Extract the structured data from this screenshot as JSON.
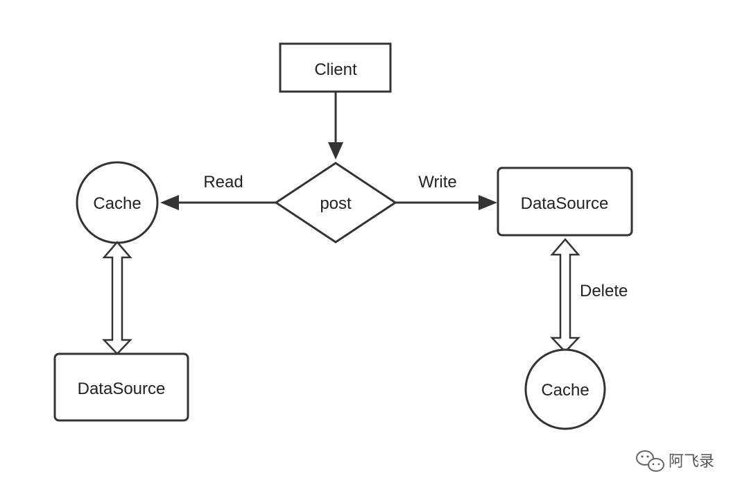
{
  "nodes": {
    "client": "Client",
    "decision": "post",
    "read_cache": "Cache",
    "read_datasource": "DataSource",
    "write_datasource": "DataSource",
    "write_cache": "Cache"
  },
  "edges": {
    "read": "Read",
    "write": "Write",
    "delete": "Delete"
  },
  "watermark": "阿飞录"
}
